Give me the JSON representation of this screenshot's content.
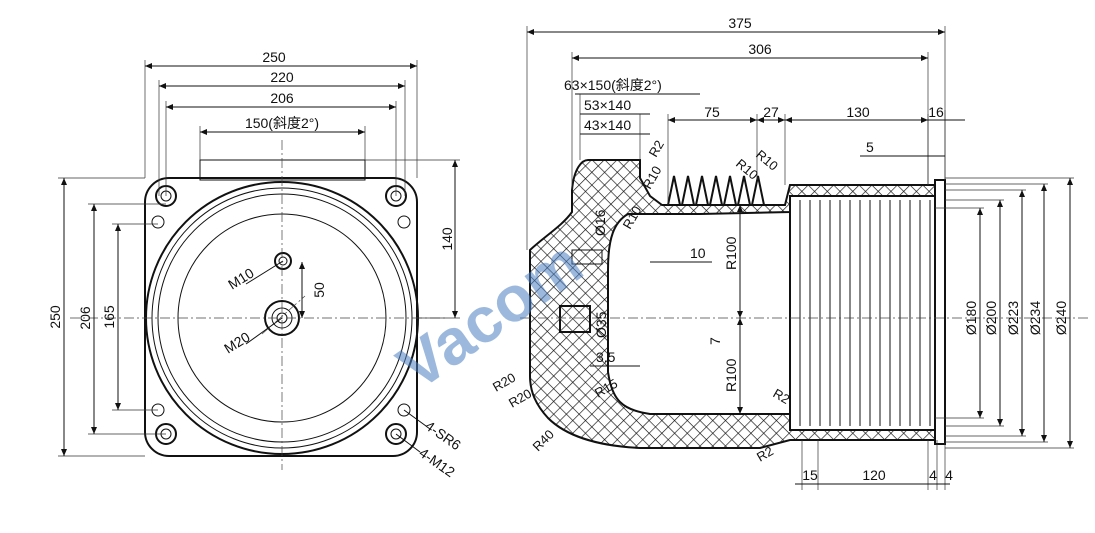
{
  "watermark": "Vacom",
  "front_view": {
    "dims_horizontal": [
      "250",
      "220",
      "206",
      "150(斜度2°)"
    ],
    "dims_vertical": [
      "250",
      "206",
      "165",
      "140",
      "50"
    ],
    "callouts": [
      "M10",
      "M20",
      "4-SR6",
      "4-M12"
    ]
  },
  "section_view": {
    "overall": [
      "375",
      "306"
    ],
    "ribs": [
      "63×150(斜度2°)",
      "53×140",
      "43×140"
    ],
    "top_dims": [
      "75",
      "27",
      "130",
      "16",
      "5"
    ],
    "small_labels": [
      "R2",
      "R10",
      "R10",
      "R10",
      "R10",
      "Ø16",
      "10",
      "R100",
      "Ø35",
      "7",
      "R100",
      "3.5"
    ],
    "fillets": [
      "R20",
      "R20",
      "R15",
      "R40",
      "R2",
      "R2"
    ],
    "bottom_dims": [
      "15",
      "120",
      "4",
      "4"
    ],
    "diameters": [
      "Ø180",
      "Ø200",
      "Ø223",
      "Ø234",
      "Ø240"
    ]
  }
}
